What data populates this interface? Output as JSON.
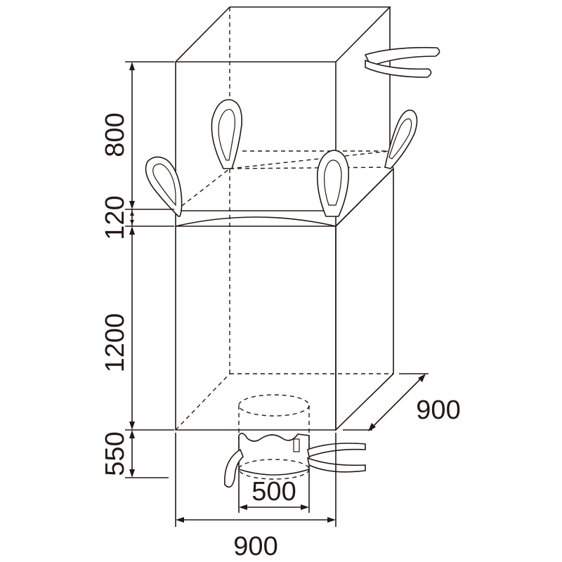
{
  "dimensions": {
    "top_skirt_height": "800",
    "top_panel_height": "120",
    "body_height": "1200",
    "spout_height": "550",
    "depth": "900",
    "spout_diameter": "500",
    "width": "900"
  },
  "colors": {
    "body_fill": "#F2D9B6",
    "line": "#231815",
    "background": "#FFFFFF"
  }
}
